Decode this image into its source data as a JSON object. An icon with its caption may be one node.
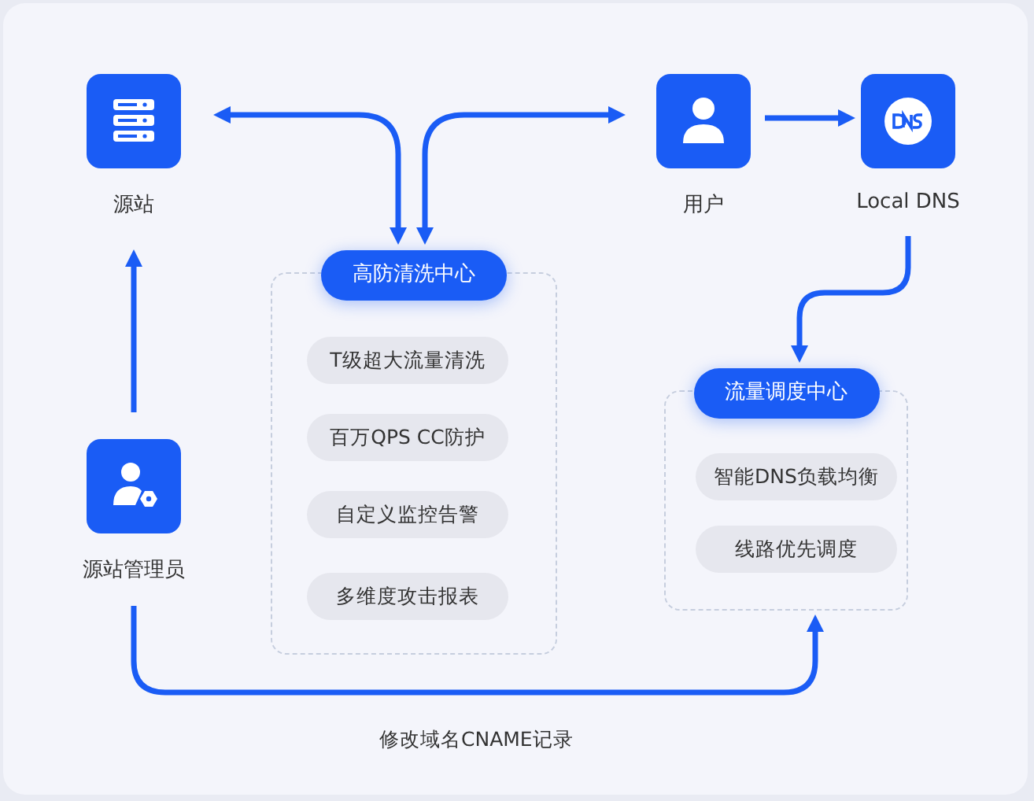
{
  "diagram": {
    "nodes": [
      {
        "text": [
          "源站"
        ]
      },
      {
        "text": [
          "用户"
        ]
      },
      {
        "text": [
          "Local DNS"
        ]
      },
      {
        "text": [
          "高防清洗中心"
        ]
      },
      {
        "text": [
          "T级超大流量清洗"
        ],
        "in": 3
      },
      {
        "text": [
          "百万QPS CC防护"
        ],
        "in": 3
      },
      {
        "text": [
          "自定义监控告警"
        ],
        "in": 3
      },
      {
        "text": [
          "多维度攻击报表"
        ],
        "in": 3
      },
      {
        "text": [
          "流量调度中心"
        ]
      },
      {
        "text": [
          "智能DNS负载均衡"
        ],
        "in": 8
      },
      {
        "text": [
          "线路优先调度"
        ],
        "in": 8
      },
      {
        "text": [
          "源站管理员"
        ]
      }
    ],
    "edges": [
      {
        "from": 3,
        "to": 0,
        "arrow": "both"
      },
      {
        "from": 3,
        "to": 1,
        "arrow": "both"
      },
      {
        "from": 1,
        "to": 2,
        "arrow": "to"
      },
      {
        "from": 2,
        "to": 8,
        "arrow": "to"
      },
      {
        "from": 11,
        "to": 0,
        "arrow": "to"
      },
      {
        "from": 11,
        "to": 8,
        "arrow": "to",
        "label": "修改域名CNAME记录"
      }
    ]
  }
}
